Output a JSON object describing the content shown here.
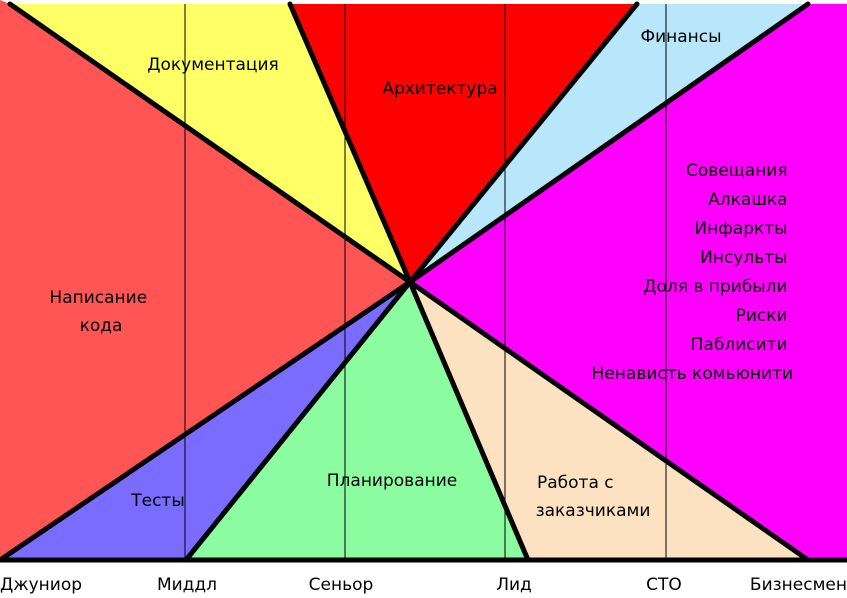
{
  "chart_data": {
    "type": "area",
    "title": "",
    "xlabel": "",
    "ylabel": "",
    "grid": true,
    "categories": [
      "Джуниор",
      "Миддл",
      "Сеньор",
      "Лид",
      "СТО",
      "Бизнесмен"
    ],
    "regions": [
      {
        "name": "Документация",
        "color": "#ffff66"
      },
      {
        "name": "Архитектура",
        "color": "#ff0000"
      },
      {
        "name": "Финансы",
        "color": "#b8e7fb"
      },
      {
        "name": "Написание кода",
        "color": "#ff5555"
      },
      {
        "name": "Совещания",
        "color": "#ff00ff"
      },
      {
        "name": "Тесты",
        "color": "#7a6cff"
      },
      {
        "name": "Планирование",
        "color": "#8bfc9f"
      },
      {
        "name": "Работа с заказчиками",
        "color": "#fce2c0"
      }
    ],
    "labels": {
      "code": [
        "Написание",
        "кода"
      ],
      "docs": [
        "Документация"
      ],
      "arch": [
        "Архитектура"
      ],
      "finance": [
        "Финансы"
      ],
      "tests": [
        "Тесты"
      ],
      "planning": [
        "Планирование"
      ],
      "clients": [
        "Работа с",
        "заказчиками"
      ],
      "meetings": [
        "Совещания",
        "Алкашка",
        "Инфаркты",
        "Инсульты",
        "Доля в прибыли",
        "Риски",
        "Паблисити",
        "Ненависть комьюнити"
      ]
    }
  }
}
